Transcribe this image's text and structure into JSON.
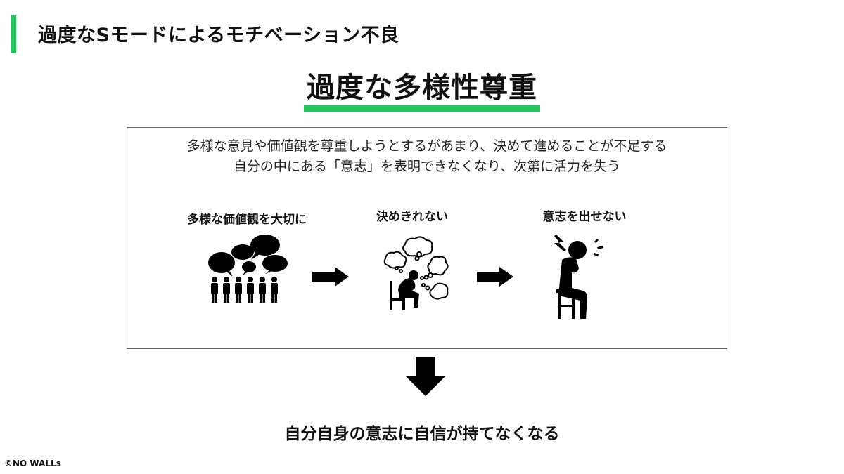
{
  "header": {
    "title": "過度なSモードによるモチベーション不良",
    "accent_color": "#22c55e"
  },
  "main": {
    "heading": "過度な多様性尊重",
    "description": [
      "多様な意見や価値観を尊重しようとするがあまり、決めて進めることが不足する",
      "自分の中にある「意志」を表明できなくなり、次第に活力を失う"
    ],
    "steps": [
      {
        "label": "多様な価値観を大切に",
        "icon": "crowd-speech-bubbles-icon"
      },
      {
        "label": "決めきれない",
        "icon": "thinking-person-icon"
      },
      {
        "label": "意志を出せない",
        "icon": "distressed-person-icon"
      }
    ],
    "conclusion": "自分自身の意志に自信が持てなくなる"
  },
  "footer": {
    "copyright": "©NO WALLs"
  }
}
